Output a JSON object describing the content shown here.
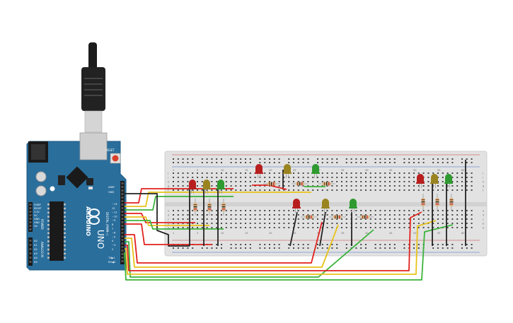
{
  "board": {
    "labels": {
      "brand": "ARDUINO",
      "model": "UNO",
      "reset": "RESET",
      "digital": "DIGITAL (PWM~)",
      "analog_in": "ANALOG IN",
      "power": "POWER",
      "aref": "AREF",
      "gnd": "GND",
      "tx": "TX▶1",
      "rx": "RX◀0"
    },
    "digital_pins": [
      "~13",
      "12",
      "~11",
      "~10",
      "~9",
      "8",
      "7",
      "~6",
      "~5",
      "4",
      "~3",
      "2"
    ],
    "power_pins": [
      "IOREF",
      "RESET",
      "3.3V",
      "5V",
      "GND",
      "GND",
      "Vin"
    ],
    "analog_pins": [
      "A0",
      "A1",
      "A2",
      "A3",
      "A4",
      "A5"
    ]
  },
  "breadboard": {
    "column_numbers": [
      "1",
      "5",
      "10",
      "15",
      "20",
      "25",
      "30",
      "35",
      "40",
      "45",
      "50",
      "55",
      "60"
    ],
    "row_letters": [
      "a",
      "b",
      "c",
      "d",
      "e",
      "f",
      "g",
      "h",
      "i",
      "j"
    ]
  },
  "colors": {
    "board": "#2a6e9c",
    "breadboard": "#e2e2e2",
    "wire_red": "#e0221e",
    "wire_yellow": "#e8c21a",
    "wire_green": "#3bb33b",
    "wire_black": "#222222",
    "led_red": "#b81e1e",
    "led_yellow": "#9a8420",
    "led_green": "#2f9a2f"
  },
  "traffic_lights": [
    {
      "id": "tl1",
      "leds": [
        "red",
        "yellow",
        "green"
      ]
    },
    {
      "id": "tl2",
      "leds": [
        "red",
        "yellow",
        "green"
      ]
    },
    {
      "id": "tl3",
      "leds": [
        "red",
        "yellow",
        "green"
      ]
    },
    {
      "id": "tl4",
      "leds": [
        "red",
        "yellow",
        "green"
      ]
    }
  ]
}
